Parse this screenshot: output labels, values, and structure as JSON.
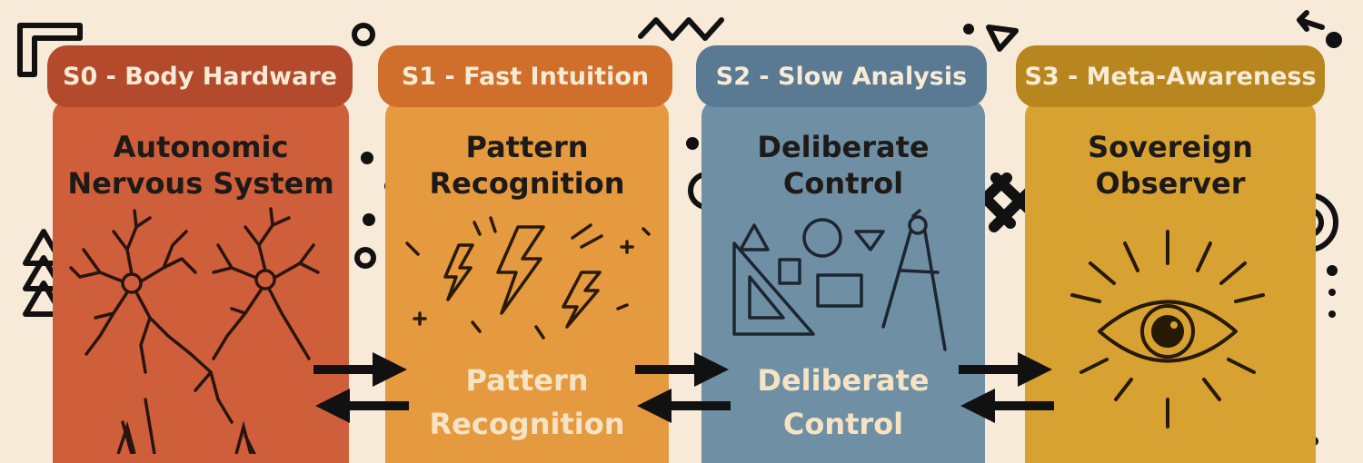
{
  "stages": [
    {
      "tab": "S0 - Body Hardware",
      "heading_line1": "Autonomic",
      "heading_line2": "Nervous System",
      "icon": "neuron-icon",
      "color_panel": "#cf5f3b",
      "color_tab": "#b44a2c"
    },
    {
      "tab": "S1 - Fast Intuition",
      "heading_line1": "Pattern",
      "heading_line2": "Recognition",
      "sub_line1": "Pattern",
      "sub_line2": "Recognition",
      "icon": "lightning-icon",
      "color_panel": "#e59a3f",
      "color_tab": "#cf6f2b"
    },
    {
      "tab": "S2 - Slow Analysis",
      "heading_line1": "Deliberate",
      "heading_line2": "Control",
      "sub_line1": "Deliberate",
      "sub_line2": "Control",
      "icon": "geometry-tools-icon",
      "color_panel": "#6f8fa5",
      "color_tab": "#5a7a93"
    },
    {
      "tab": "S3 - Meta-Awareness",
      "heading_line1": "Sovereign",
      "heading_line2": "Observer",
      "icon": "eye-icon",
      "color_panel": "#d8a232",
      "color_tab": "#b8861e"
    }
  ],
  "arrows": "bidirectional-arrow-icon"
}
